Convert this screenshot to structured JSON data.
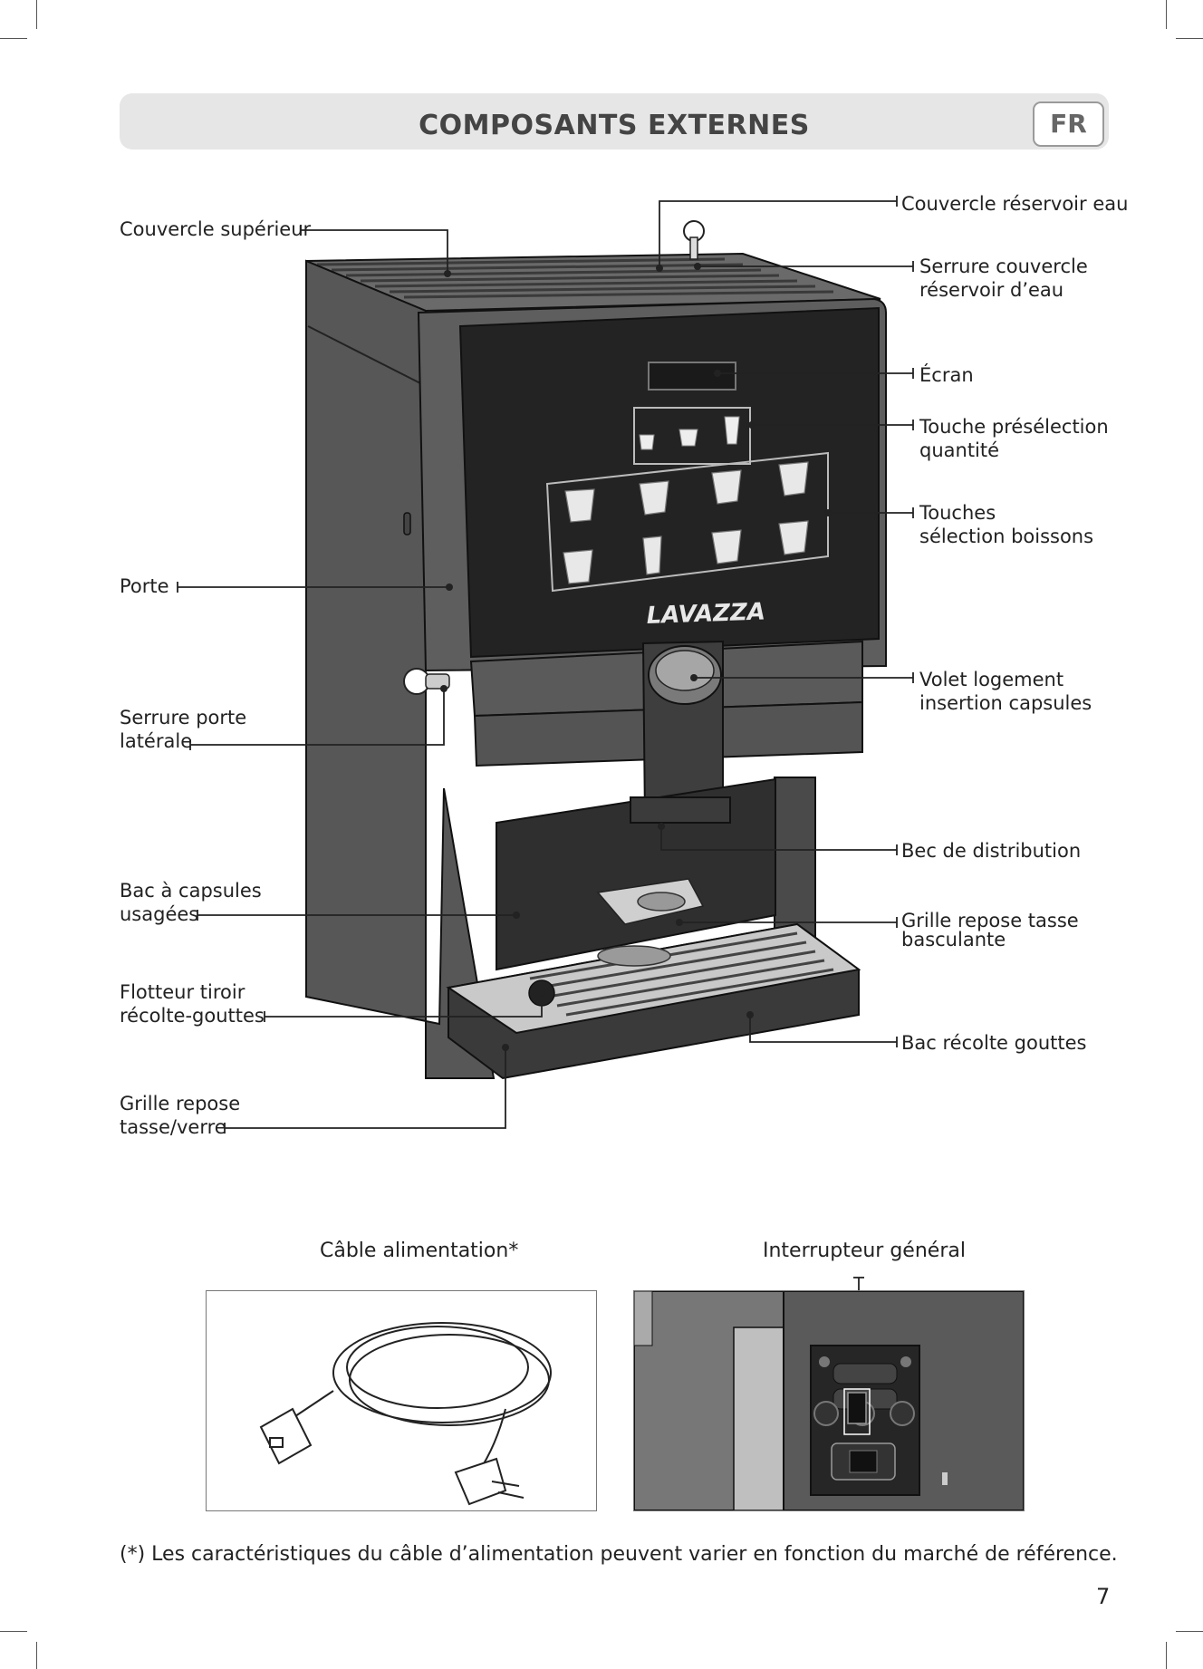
{
  "header": {
    "title": "COMPOSANTS EXTERNES",
    "lang": "FR"
  },
  "brand": {
    "logo": "LAVAZZA"
  },
  "labels": {
    "couvercle_superieur": "Couvercle supérieur",
    "porte": "Porte",
    "serrure_porte": [
      "Serrure porte",
      "latérale"
    ],
    "bac_capsules": [
      "Bac à capsules",
      "usagées"
    ],
    "flotteur": [
      "Flotteur tiroir",
      "récolte-gouttes"
    ],
    "grille_verre": [
      "Grille repose",
      "tasse/verre"
    ],
    "couvercle_reservoir": "Couvercle réservoir eau",
    "serrure_couvercle": [
      "Serrure couvercle",
      "réservoir d’eau"
    ],
    "ecran": "Écran",
    "touche_preselection": [
      "Touche présélection",
      "quantité"
    ],
    "touches_selection": [
      "Touches",
      "sélection boissons"
    ],
    "volet": [
      "Volet logement",
      "insertion capsules"
    ],
    "bec": "Bec de distribution",
    "grille_basculante": [
      "Grille repose tasse",
      "basculante"
    ],
    "bac_recolte": "Bac récolte gouttes"
  },
  "captions": {
    "cable": "Câble alimentation*",
    "interrupteur": "Interrupteur général"
  },
  "footnote": "(*) Les caractéristiques du câble d’alimentation peuvent varier en fonction du marché de référence.",
  "page_number": "7",
  "colors": {
    "machine_body": "#5b5b5b",
    "machine_dark": "#2e2e2e",
    "panel": "#232323",
    "tray": "#c9c9c9",
    "header_bg": "#e6e6e6"
  }
}
